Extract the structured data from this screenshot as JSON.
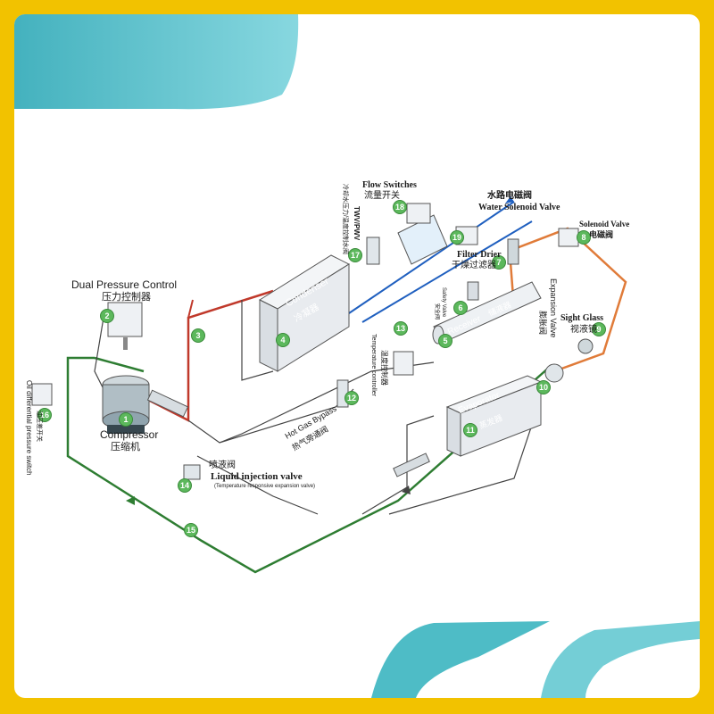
{
  "colors": {
    "background": "#f2c200",
    "discharge_line": "#c0392b",
    "suction_line": "#2e7d32",
    "water_line": "#1f5fbf",
    "liquid_line": "#e07b39",
    "badge": "#5cb85c",
    "teal_banner": "#3bb5c0"
  },
  "components": {
    "compressor": {
      "number": "1",
      "name_en": "Compressor",
      "name_zh": "压缩机"
    },
    "dual_pressure_control": {
      "number": "2",
      "name_en": "Dual Pressure Control",
      "name_zh": "压力控制器"
    },
    "discharge_line": {
      "number": "3"
    },
    "condenser": {
      "number": "4",
      "name_en": "Condenser",
      "name_zh": "冷凝器"
    },
    "receiver": {
      "number": "5",
      "name_en": "Receiver",
      "name_zh": "储液器"
    },
    "safety_valve": {
      "number": "6",
      "name_en": "Safety Valve",
      "name_zh": "安全阀"
    },
    "filter_drier": {
      "number": "7",
      "name_en": "Filter Drier",
      "name_zh": "干燥过滤器"
    },
    "solenoid_valve": {
      "number": "8",
      "name_en": "Solenoid Valve",
      "name_zh": "电磁阀"
    },
    "sight_glass": {
      "number": "9",
      "name_en": "Sight Glass",
      "name_zh": "视液镜"
    },
    "expansion_valve": {
      "number": "10",
      "name_en": "Expansion Valve",
      "name_zh": "膨胀阀"
    },
    "evaporator": {
      "number": "11",
      "name_en": "Evaporator",
      "name_zh": "蒸发器"
    },
    "hot_gas_bypass": {
      "number": "12",
      "name_en": "Hot Gas Bypass",
      "name_zh": "热气旁通阀"
    },
    "temperature_controller": {
      "number": "13",
      "name_en": "Temperature controller",
      "name_zh": "温度控制器"
    },
    "liquid_injection_valve": {
      "number": "14",
      "name_en": "Liquid injection valve",
      "name_zh": "喷液阀",
      "note": "(Temperature responsive expansion valve)"
    },
    "suction_line": {
      "number": "15"
    },
    "oil_differential_pressure_switch": {
      "number": "16",
      "name_en": "Oil differential pressure switch",
      "name_zh": "油压差开关"
    },
    "twv_pwv": {
      "number": "17",
      "name_en": "TWV/PWV",
      "name_zh": "冷却水压力/温度控制水阀"
    },
    "flow_switches": {
      "number": "18",
      "name_en": "Flow Switches",
      "name_zh": "流量开关"
    },
    "water_solenoid_valve": {
      "number": "19",
      "name_en": "Water Solenoid Valve",
      "name_zh": "水路电磁阀"
    }
  }
}
